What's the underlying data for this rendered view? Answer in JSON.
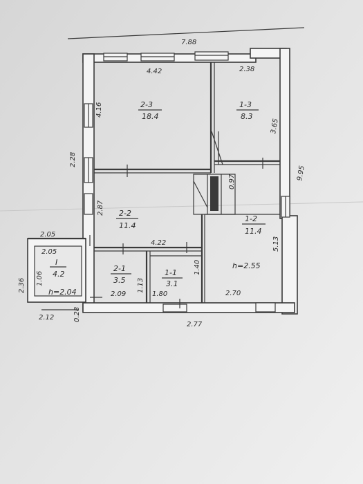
{
  "plan": {
    "overall": {
      "top_width": "7.88",
      "right_height": "9.95",
      "bottom_width": "2.77"
    },
    "rooms": [
      {
        "id": "2-3",
        "area": "18.4"
      },
      {
        "id": "1-3",
        "area": "8.3"
      },
      {
        "id": "2-2",
        "area": "11.4"
      },
      {
        "id": "1-2",
        "area": "11.4"
      },
      {
        "id": "2-1",
        "area": "3.5"
      },
      {
        "id": "1-1",
        "area": "3.1"
      },
      {
        "id": "I",
        "area": "4.2"
      }
    ],
    "heights": {
      "main": "h=2.55",
      "annex": "h=2.04"
    },
    "dims": {
      "d_442": "4.42",
      "d_238": "2.38",
      "d_416": "4.16",
      "d_365": "3.65",
      "d_228": "2.28",
      "d_287": "2.87",
      "d_097": "0.97",
      "d_422": "4.22",
      "d_513": "5.13",
      "d_205a": "2.05",
      "d_205b": "2.05",
      "d_106": "1.06",
      "d_236": "2.36",
      "d_212": "2.12",
      "d_028": "0.28",
      "d_209": "2.09",
      "d_113": "1.13",
      "d_180": "1.80",
      "d_140": "1.40",
      "d_270": "2.70"
    }
  }
}
